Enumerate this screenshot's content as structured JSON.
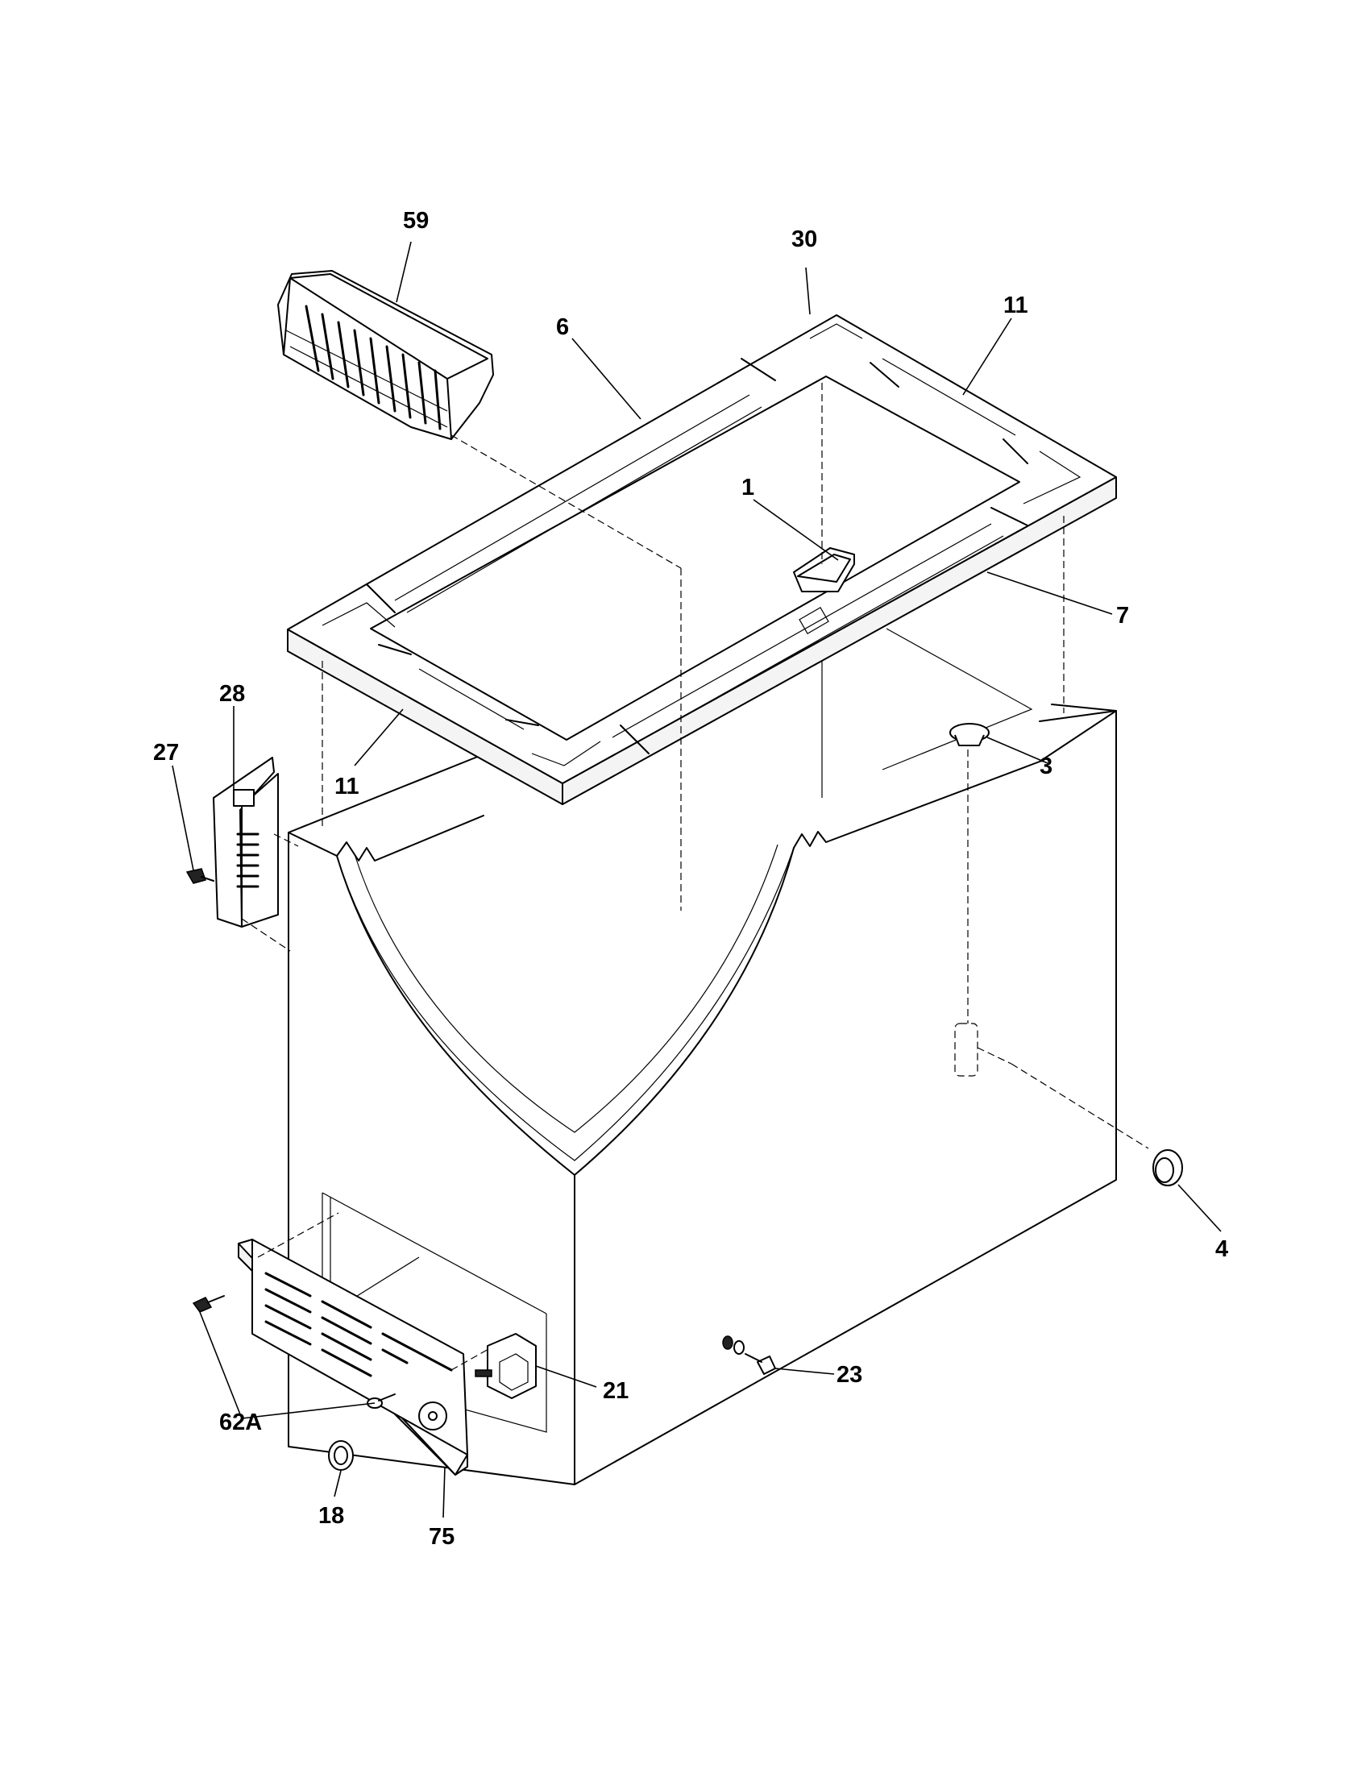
{
  "callouts": {
    "c59": "59",
    "c30": "30",
    "c11_top": "11",
    "c6": "6",
    "c1": "1",
    "c7": "7",
    "c28": "28",
    "c27": "27",
    "c11_bottom": "11",
    "c3": "3",
    "c4": "4",
    "c21": "21",
    "c23": "23",
    "c62A": "62A",
    "c18": "18",
    "c75": "75"
  }
}
